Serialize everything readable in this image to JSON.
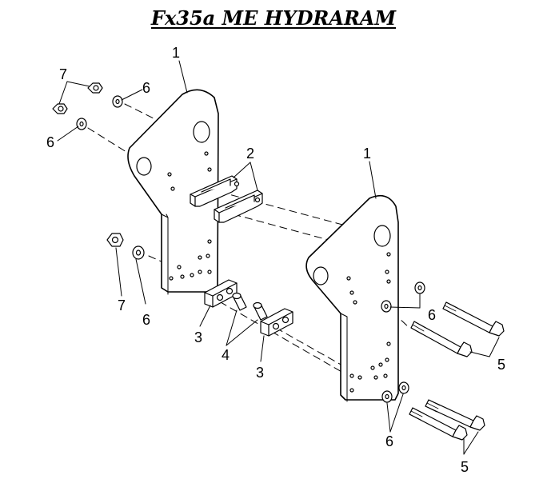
{
  "title": "Fx35a ME HYDRARAM",
  "colors": {
    "line": "#000000",
    "fill": "#ffffff",
    "background": "#ffffff"
  },
  "callouts": {
    "plate_left": "1",
    "plate_right": "1",
    "bracket": "2",
    "spacer_block_left": "3",
    "spacer_block_right": "3",
    "pin": "4",
    "bolt_upper": "5",
    "bolt_lower": "5",
    "washer_top_left_a": "6",
    "washer_top_left_b": "6",
    "washer_mid_left": "6",
    "washer_right_upper": "6",
    "washer_right_lower": "6",
    "nut_top_left": "7",
    "nut_mid_left": "7"
  }
}
